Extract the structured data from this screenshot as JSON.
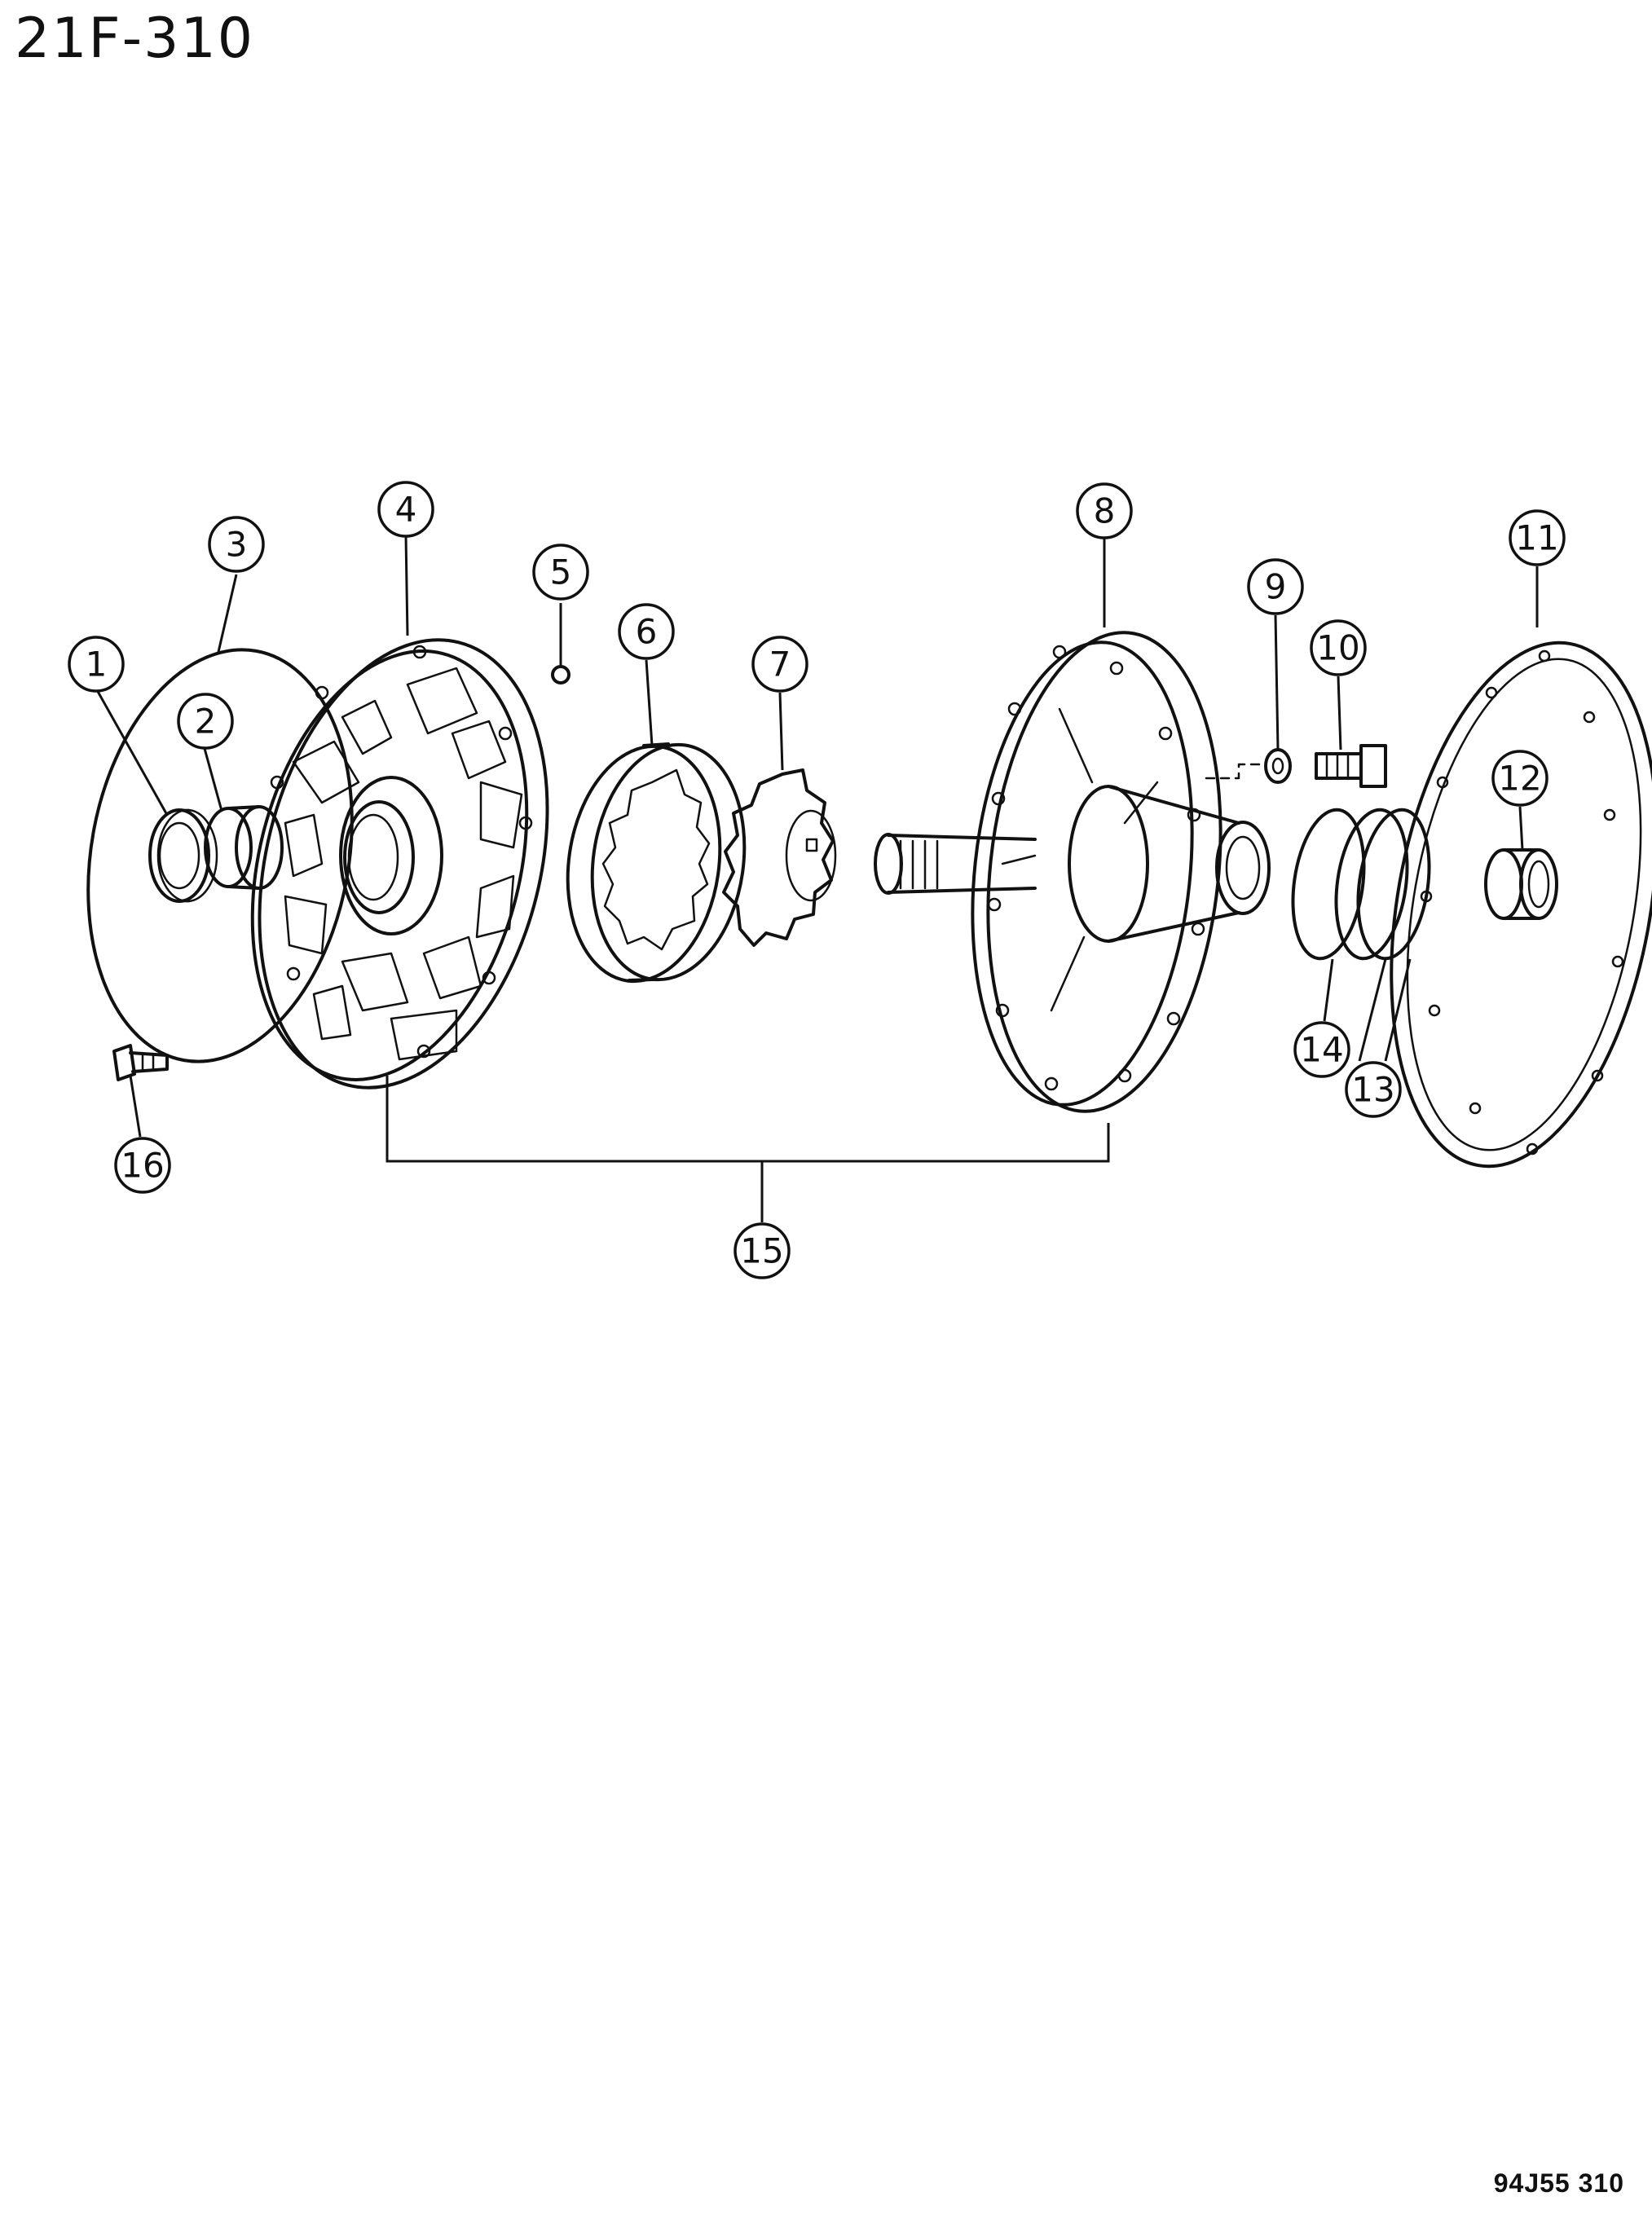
{
  "header": {
    "page_code": "21F-310"
  },
  "footer": {
    "figure_code": "94J55 310"
  },
  "callouts": [
    {
      "id": "1",
      "label": "1"
    },
    {
      "id": "2",
      "label": "2"
    },
    {
      "id": "3",
      "label": "3"
    },
    {
      "id": "4",
      "label": "4"
    },
    {
      "id": "5",
      "label": "5"
    },
    {
      "id": "6",
      "label": "6"
    },
    {
      "id": "7",
      "label": "7"
    },
    {
      "id": "8",
      "label": "8"
    },
    {
      "id": "9",
      "label": "9"
    },
    {
      "id": "10",
      "label": "10"
    },
    {
      "id": "11",
      "label": "11"
    },
    {
      "id": "12",
      "label": "12"
    },
    {
      "id": "13",
      "label": "13"
    },
    {
      "id": "14",
      "label": "14"
    },
    {
      "id": "15",
      "label": "15"
    },
    {
      "id": "16",
      "label": "16"
    }
  ]
}
